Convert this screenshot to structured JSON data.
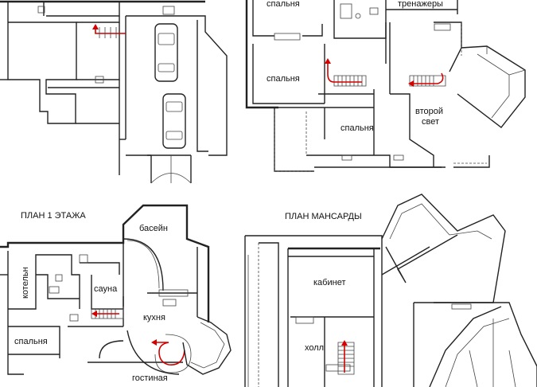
{
  "plans": {
    "ground_floor": {
      "title": "ПЛАН 1 ЭТАЖА"
    },
    "attic": {
      "title": "ПЛАН МАНСАРДЫ"
    }
  },
  "rooms": {
    "second_floor_bedroom_top": "спальня",
    "gym": "тренажеры",
    "second_floor_bedroom_left": "спальня",
    "second_floor_bedroom_center": "спальня",
    "second_light": "второй\nсвет",
    "pool": "басейн",
    "boiler_room": "котельн",
    "sauna": "сауна",
    "kitchen": "кухня",
    "ground_bedroom": "спальня",
    "living_room": "гостиная",
    "study": "кабинет",
    "hall": "холл"
  },
  "colors": {
    "walls": "#222222",
    "stair_arrow": "#d40000",
    "background": "#ffffff"
  }
}
